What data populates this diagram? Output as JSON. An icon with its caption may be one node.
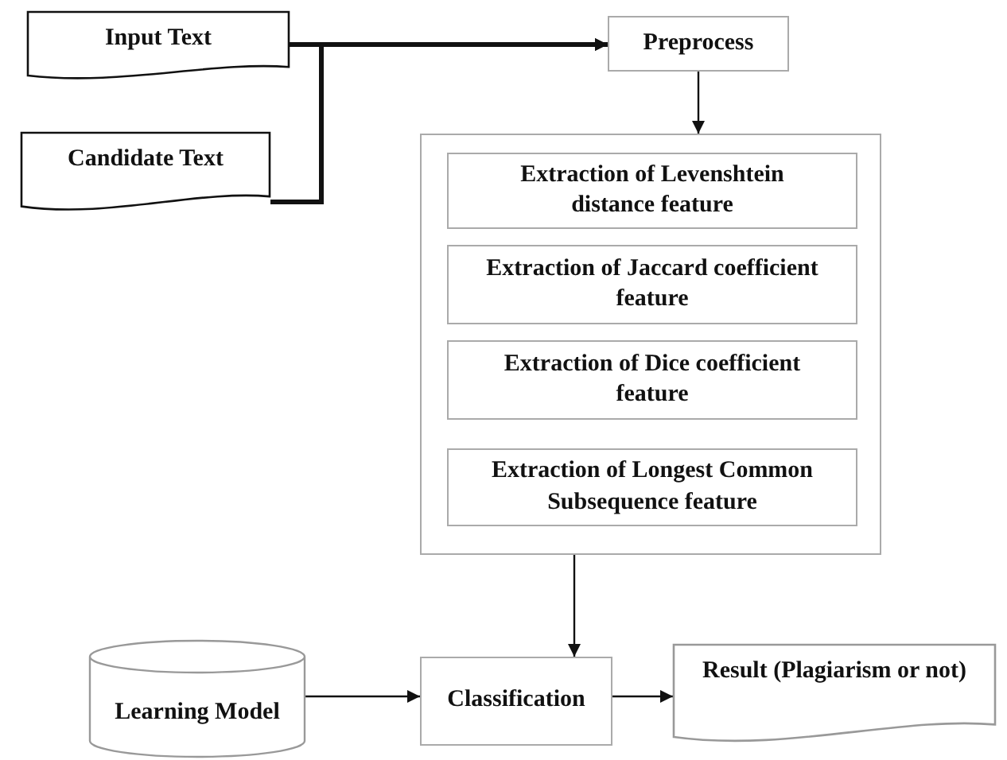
{
  "diagram": {
    "nodes": [
      {
        "text": [
          "Input Text"
        ]
      },
      {
        "text": [
          "Candidate Text"
        ]
      },
      {
        "text": [
          "Preprocess"
        ]
      },
      {
        "text": [],
        "shape": "box"
      },
      {
        "text": [
          "Extraction of Levenshtein distance feature"
        ],
        "in": 3
      },
      {
        "text": [
          "Extraction of Jaccard coefficient feature"
        ],
        "in": 3
      },
      {
        "text": [
          "Extraction of Dice coefficient feature"
        ],
        "in": 3
      },
      {
        "text": [
          "Extraction of Longest Common Subsequence feature"
        ],
        "in": 3
      },
      {
        "text": [
          "Learning Model"
        ]
      },
      {
        "text": [
          "Classification"
        ]
      },
      {
        "text": [
          "Result (Plagiarism or not)"
        ]
      }
    ],
    "edges": [
      {
        "from": 0,
        "to": 2,
        "arrow": "to",
        "style": "thick"
      },
      {
        "from": 1,
        "to": 2,
        "arrow": "to",
        "style": "thick"
      },
      {
        "from": 2,
        "to": 3,
        "arrow": "to"
      },
      {
        "from": 3,
        "to": 9,
        "arrow": "to"
      },
      {
        "from": 8,
        "to": 9,
        "arrow": "to"
      },
      {
        "from": 9,
        "to": 10,
        "arrow": "to"
      }
    ]
  }
}
